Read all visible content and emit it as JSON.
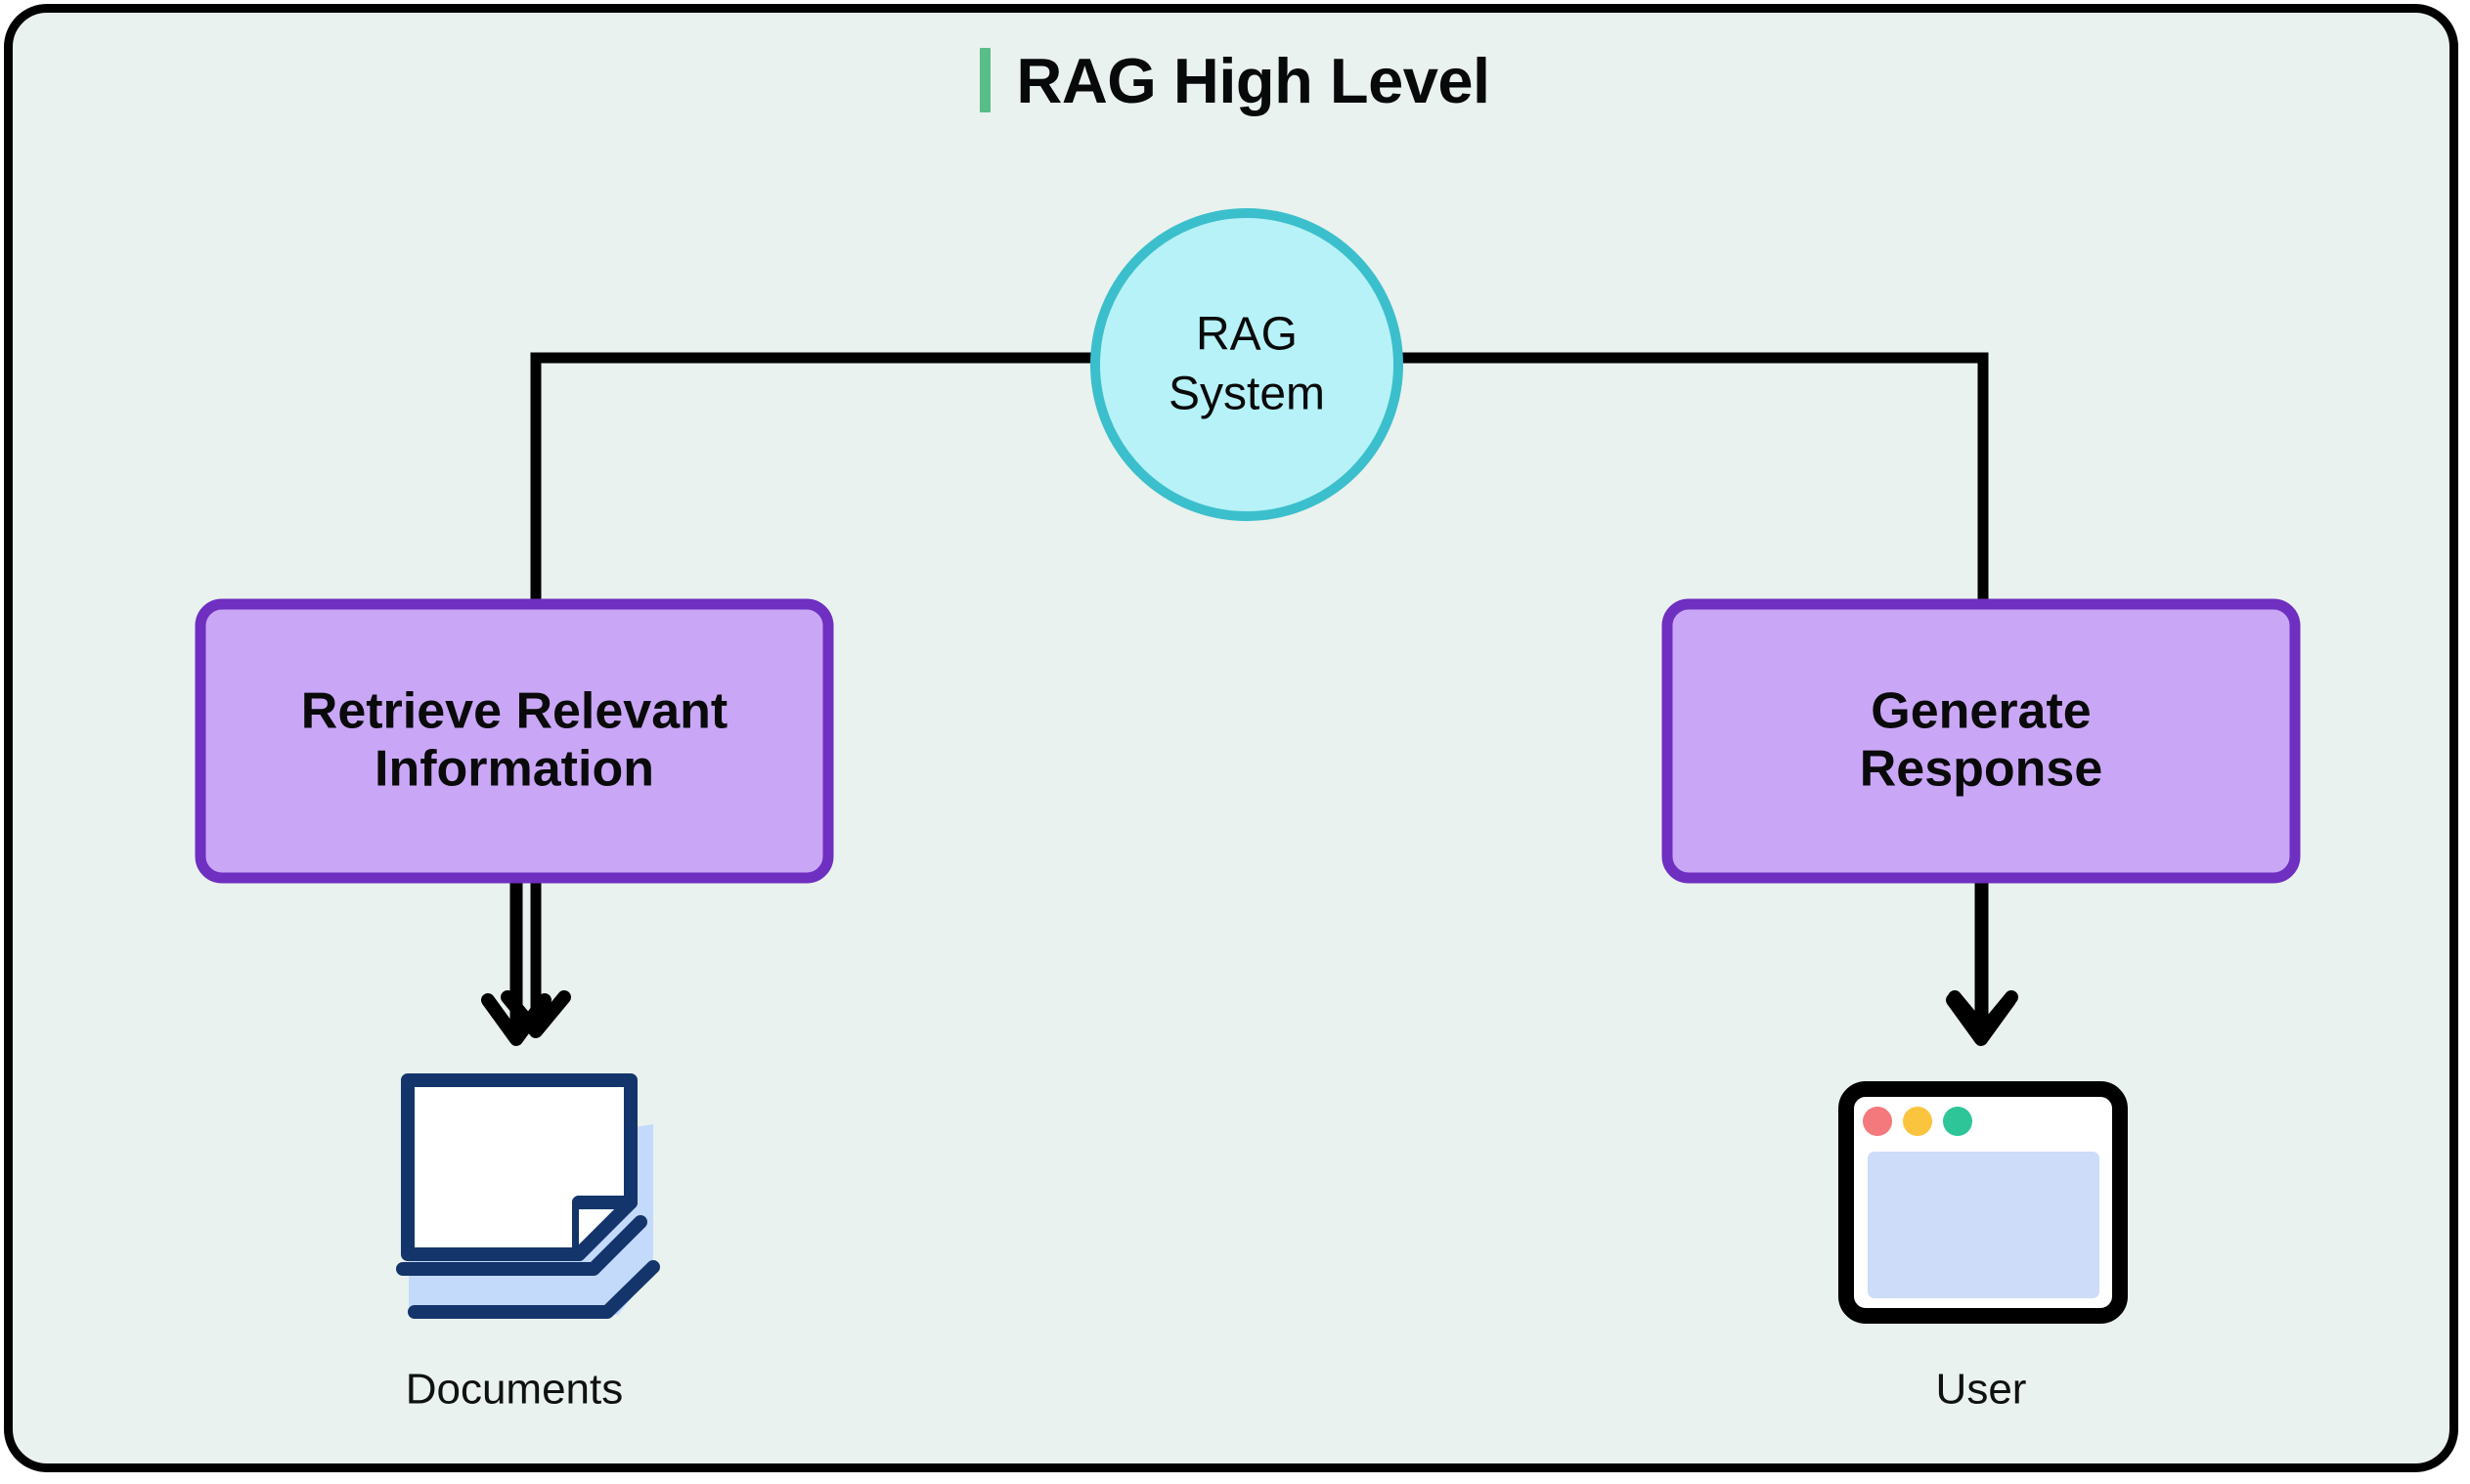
{
  "page": {
    "background_color": "#e9f2ee",
    "border_color": "#000000"
  },
  "header": {
    "title": "RAG High Level",
    "accent_color": "#58bd86"
  },
  "diagram": {
    "type": "flowchart",
    "nodes": [
      {
        "id": "rag-system",
        "shape": "circle",
        "label_line1": "RAG",
        "label_line2": "System",
        "fill": "#b6f2f7",
        "stroke": "#3cbfcc"
      },
      {
        "id": "retrieve",
        "shape": "rounded-rect",
        "label_line1": "Retrieve Relevant",
        "label_line2": "Information",
        "fill": "#c9a7f6",
        "stroke": "#6f2fc0"
      },
      {
        "id": "generate",
        "shape": "rounded-rect",
        "label_line1": "Generate",
        "label_line2": "Response",
        "fill": "#c9a7f6",
        "stroke": "#6f2fc0"
      },
      {
        "id": "documents",
        "shape": "icon",
        "icon": "documents-stack-icon",
        "caption": "Documents",
        "paper_fill": "#ffffff",
        "stack_fill": "#c3dafb",
        "stroke": "#14356b"
      },
      {
        "id": "user",
        "shape": "icon",
        "icon": "browser-window-icon",
        "caption": "User",
        "window_fill": "#ffffff",
        "content_fill": "#ccdcf9",
        "stroke": "#000000",
        "dots": [
          "#f4797c",
          "#fbc43f",
          "#2ec699"
        ]
      }
    ],
    "edges": [
      {
        "from": "rag-system",
        "to": "retrieve",
        "style": "elbow-left"
      },
      {
        "from": "rag-system",
        "to": "generate",
        "style": "elbow-right"
      },
      {
        "from": "retrieve",
        "to": "documents",
        "style": "straight-down"
      },
      {
        "from": "generate",
        "to": "user",
        "style": "straight-down"
      }
    ],
    "edge_color": "#000000"
  }
}
